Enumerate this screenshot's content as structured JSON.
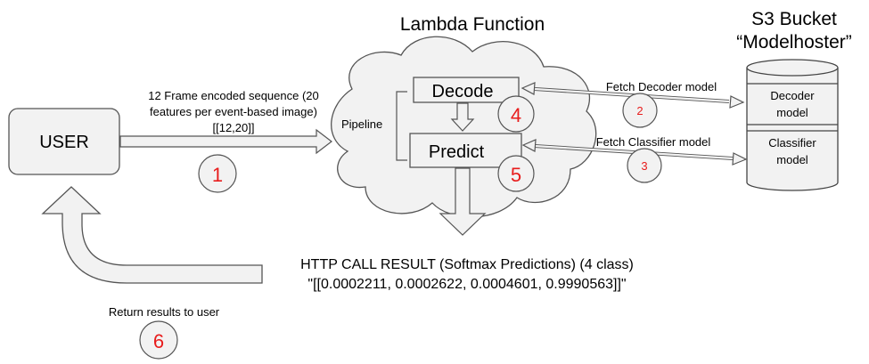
{
  "lambda": {
    "title": "Lambda Function"
  },
  "s3": {
    "title_line1": "S3 Bucket",
    "title_line2": "“Modelhoster”",
    "decoder_line1": "Decoder",
    "decoder_line2": "model",
    "classifier_line1": "Classifier",
    "classifier_line2": "model"
  },
  "user": {
    "label": "USER"
  },
  "pipeline": {
    "label": "Pipeline",
    "decode_label": "Decode",
    "predict_label": "Predict"
  },
  "request": {
    "line1": "12 Frame encoded sequence (20",
    "line2": "features per event-based image)",
    "line3": "[[12,20]]"
  },
  "fetch": {
    "decoder": "Fetch Decoder model",
    "classifier": "Fetch Classifier model"
  },
  "result": {
    "line1": "HTTP CALL RESULT (Softmax Predictions) (4 class)",
    "line2": "\"[[0.0002211, 0.0002622, 0.0004601, 0.9990563]]\""
  },
  "return_label": "Return results to user",
  "steps": {
    "s1": "1",
    "s2": "2",
    "s3": "3",
    "s4": "4",
    "s5": "5",
    "s6": "6"
  },
  "colors": {
    "fill_gray": "#f2f2f2",
    "stroke_gray": "#555555",
    "step_red": "#e81c1c"
  }
}
